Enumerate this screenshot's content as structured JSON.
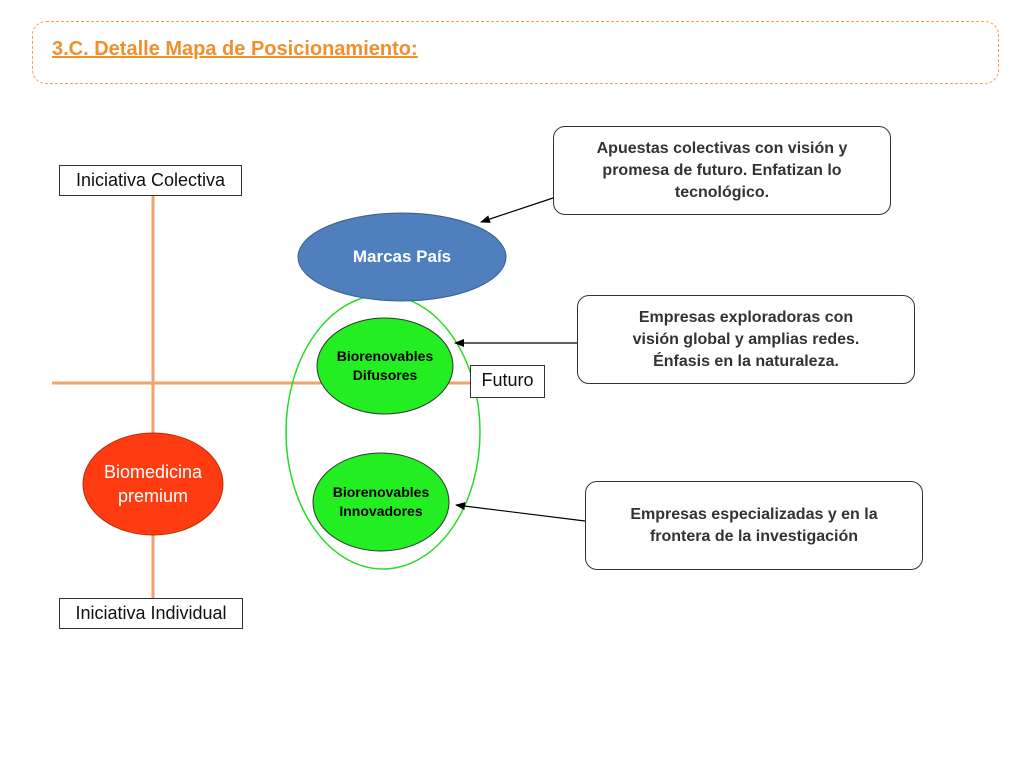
{
  "header": {
    "title": "3.C. Detalle Mapa de Posicionamiento:"
  },
  "axes": {
    "top_label": "Iniciativa Colectiva",
    "bottom_label": "Iniciativa Individual",
    "right_label": "Futuro"
  },
  "ellipses": {
    "marcas_pais": "Marcas País",
    "biorenovables_difusores": "Biorenovables\nDifusores",
    "biorenovables_innovadores": "Biorenovables\nInnovadores",
    "biomedicina_premium": "Biomedicina\npremium"
  },
  "callouts": {
    "marcas": "Apuestas colectivas con visión y\npromesa de futuro. Enfatizan lo\ntecnológico.",
    "difusores": "Empresas exploradoras con\nvisión global y amplias redes.\nÉnfasis en la naturaleza.",
    "innovadores": "Empresas especializadas y en la\nfrontera de la investigación"
  },
  "colors": {
    "axis": "#f0a36a",
    "marcas_fill": "#4f7fbd",
    "biorenovables_fill": "#22ee22",
    "biomedicina_fill": "#ff3b12",
    "group_outline": "#22dd22",
    "title": "#f0902a"
  }
}
